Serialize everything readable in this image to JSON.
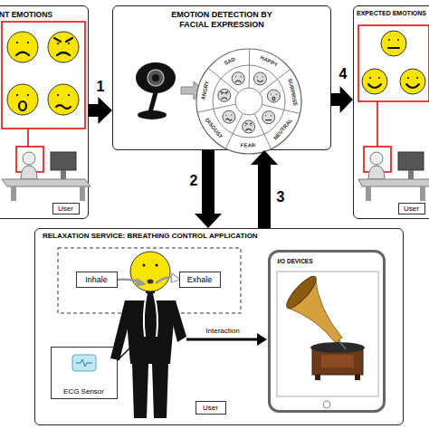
{
  "diagram": {
    "nodes": [
      {
        "text": [
          "NT EMOTIONS"
        ]
      },
      {
        "text": [
          "User"
        ],
        "in": 0
      },
      {
        "text": [
          "EMOTION DETECTION BY FACIAL EXPRESSION"
        ]
      },
      {
        "text": [
          "EXPECTED EMOTIONS"
        ]
      },
      {
        "text": [
          "User"
        ],
        "in": 3
      },
      {
        "text": [
          "RELAXATION SERVICE: BREATHING CONTROL APPLICATION"
        ]
      },
      {
        "text": [
          "Inhale"
        ],
        "in": 5
      },
      {
        "text": [
          "Exhale"
        ],
        "in": 5
      },
      {
        "text": [
          "ECG Sensor"
        ],
        "in": 5
      },
      {
        "text": [
          "I/O DEVICES"
        ],
        "in": 5
      },
      {
        "text": [
          "User"
        ],
        "in": 5
      }
    ],
    "edges": [
      {
        "from": 0,
        "to": 2,
        "arrow": "to",
        "label": "1"
      },
      {
        "from": 2,
        "to": 5,
        "arrow": "to",
        "label": "2"
      },
      {
        "from": 5,
        "to": 2,
        "arrow": "to",
        "label": "3"
      },
      {
        "from": 2,
        "to": 3,
        "arrow": "to",
        "label": "4"
      }
    ],
    "labels": [
      "SAD",
      "HAPPY",
      "SURPRISE",
      "NEUTRAL",
      "FEAR",
      "DISGUST",
      "ANGRY",
      "Interaction"
    ]
  }
}
